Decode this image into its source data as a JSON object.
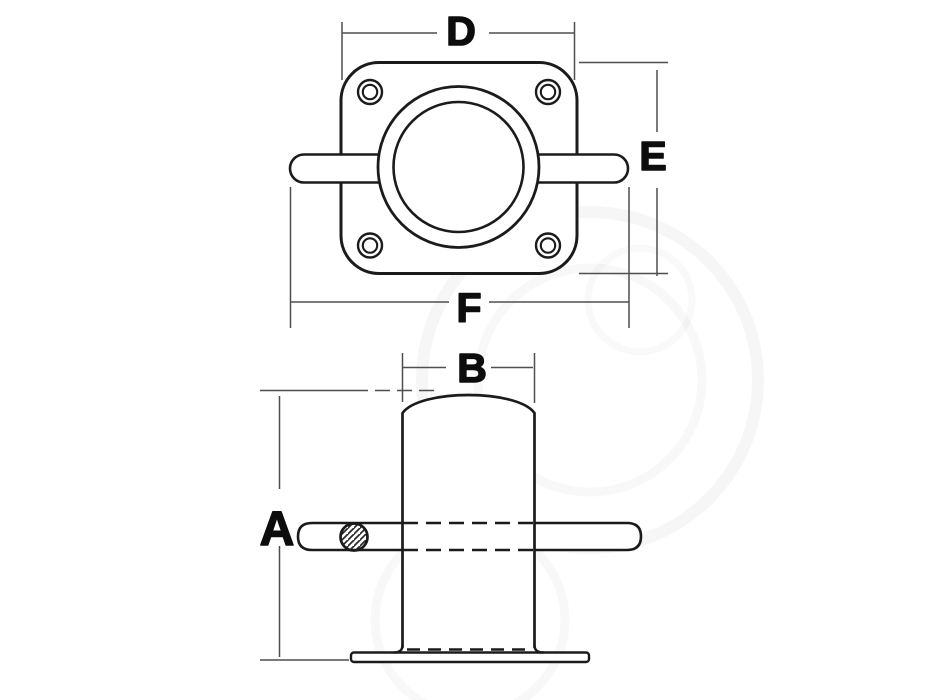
{
  "diagram": {
    "type": "technical-drawing",
    "subject": "deck bollard with cross pin, two orthographic views",
    "labels": {
      "plate_width": "D",
      "plate_height": "E",
      "pin_overall_length": "F",
      "post_diameter": "B",
      "overall_height": "A"
    },
    "colors": {
      "background": "#ffffff",
      "outline": "#1b1b1b",
      "dimension_line": "#4f4f4f",
      "label_text": "#0d0d0d"
    }
  }
}
